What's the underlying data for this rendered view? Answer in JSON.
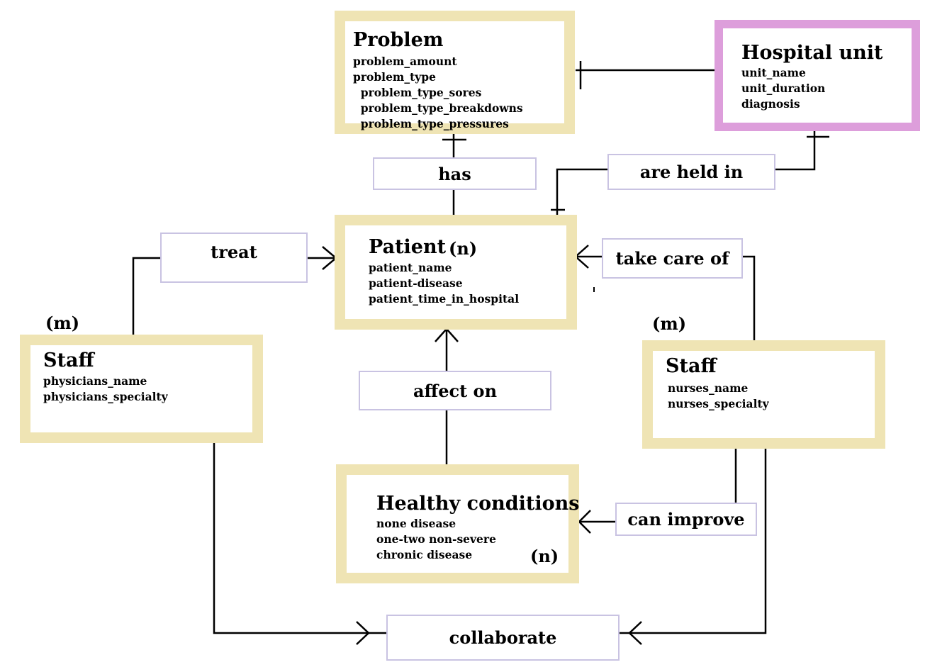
{
  "entities": {
    "problem": {
      "title": "Problem",
      "attributes": [
        "problem_amount",
        "problem_type",
        "  problem_type_sores",
        "  problem_type_breakdowns",
        "  problem_type_pressures"
      ]
    },
    "hospital_unit": {
      "title": "Hospital unit",
      "attributes": [
        "unit_name",
        "unit_duration",
        "diagnosis"
      ]
    },
    "patient": {
      "title": "Patient",
      "cardinality": "(n)",
      "attributes": [
        "patient_name",
        "patient-disease",
        "patient_time_in_hospital"
      ]
    },
    "staff_physicians": {
      "title": "Staff",
      "cardinality": "(m)",
      "attributes": [
        "physicians_name",
        "physicians_specialty"
      ]
    },
    "staff_nurses": {
      "title": "Staff",
      "cardinality": "(m)",
      "attributes": [
        "nurses_name",
        "nurses_specialty"
      ]
    },
    "healthy_conditions": {
      "title": "Healthy conditions",
      "cardinality": "(n)",
      "attributes": [
        "none disease",
        "one-two non-severe",
        "chronic disease"
      ]
    }
  },
  "relationships": {
    "has": "has",
    "are_held_in": "are held in",
    "treat": "treat",
    "take_care_of": "take care of",
    "affect_on": "affect on",
    "can_improve": "can improve",
    "collaborate": "collaborate"
  },
  "colors": {
    "entity_border": "#efe4b4",
    "hospital_unit_border": "#dd9edb",
    "relationship_border": "#c9c3e2",
    "line": "#000000"
  }
}
